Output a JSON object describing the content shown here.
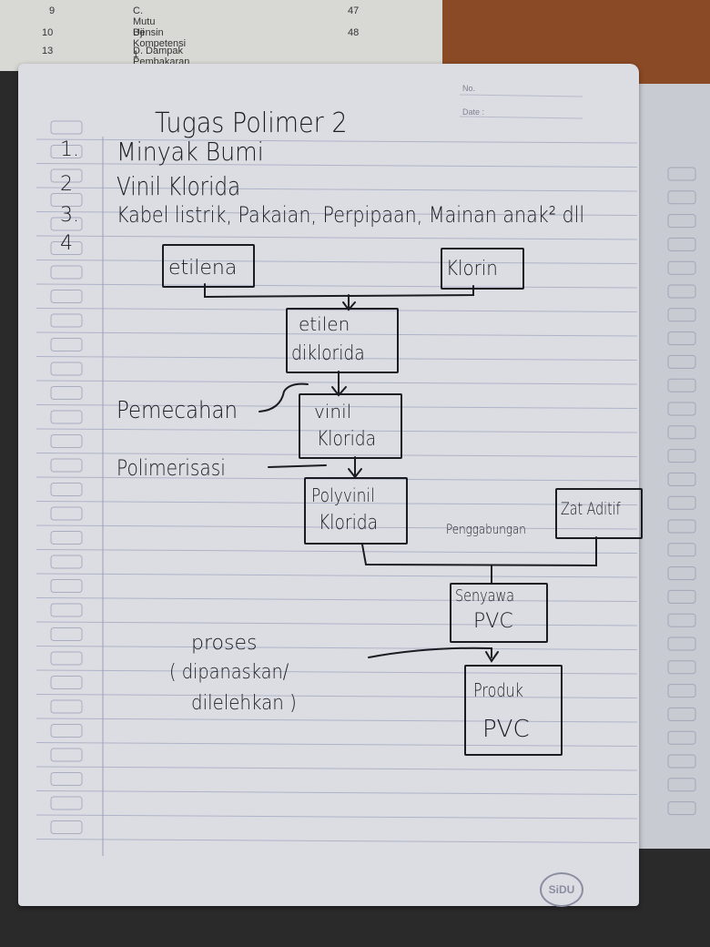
{
  "book_below": {
    "rows": [
      {
        "no": "9",
        "text": "C.     Mutu Bensin",
        "page": "47"
      },
      {
        "no": "10",
        "text": "Uji Kompetensi 1",
        "page": "48"
      },
      {
        "no": "13",
        "text": "D.     Dampak Pembakaran Bahan",
        "page": ""
      }
    ]
  },
  "header": {
    "no_label": "No.",
    "date_label": "Date :"
  },
  "title": "Tugas Polimer 2",
  "answers": [
    {
      "num": "1.",
      "text": "Minyak Bumi"
    },
    {
      "num": "2",
      "text": "Vinil Klorida"
    },
    {
      "num": "3.",
      "text": "Kabel listrik, Pakaian, Perpipaan, Mainan anak² dll"
    },
    {
      "num": "4",
      "text": ""
    }
  ],
  "flow": {
    "etilena": "etilena",
    "klorin": "Klorin",
    "etilen_line1": "etilen",
    "etilen_line2": "diklorida",
    "vinil_line1": "vinil",
    "vinil_line2": "Klorida",
    "poly_line1": "Polyvinil",
    "poly_line2": "Klorida",
    "zat_aditif": "Zat Aditif",
    "senyawa_line1": "Senyawa",
    "senyawa_line2": "PVC",
    "produk_line1": "Produk",
    "produk_line2": "PVC",
    "pemecahan": "Pemecahan",
    "polimerisasi": "Polimerisasi",
    "penggabungan": "Penggabungan",
    "proses_line1": "proses",
    "proses_line2": "( dipanaskan/",
    "proses_line3": "dilelehkan )"
  },
  "logo": "SiDU"
}
